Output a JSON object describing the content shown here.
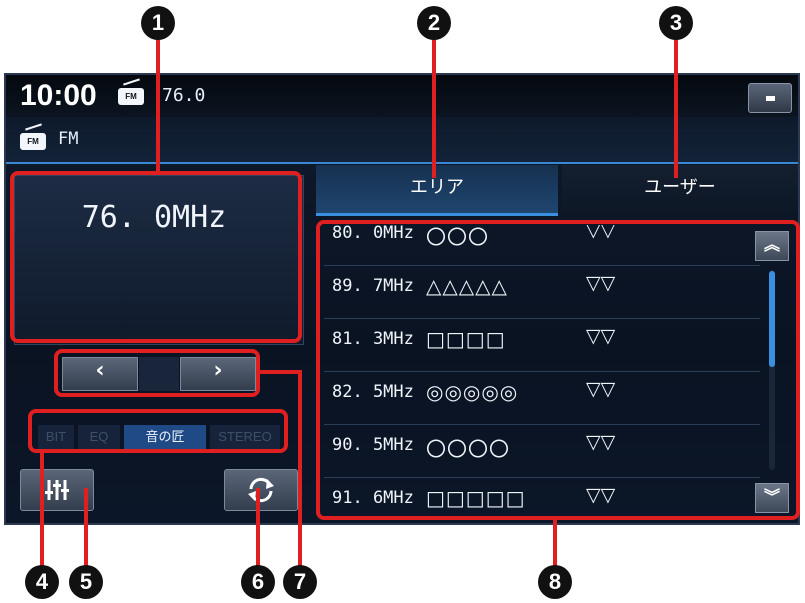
{
  "status": {
    "clock": "10:00",
    "freq": "76.0",
    "radio_icon": "FM"
  },
  "band": {
    "label": "FM",
    "icon": "FM"
  },
  "main": {
    "frequency": "76. 0MHz"
  },
  "tabs": [
    {
      "label": "エリア",
      "active": true
    },
    {
      "label": "ユーザー",
      "active": false
    }
  ],
  "sound_modes": [
    "BIT",
    "EQ",
    "音の匠",
    "STEREO"
  ],
  "active_sound_mode": "音の匠",
  "stations": [
    {
      "freq": "80. 0MHz",
      "name": "〇〇〇",
      "detail": "▽▽"
    },
    {
      "freq": "89. 7MHz",
      "name": "△△△△△",
      "detail": "▽▽"
    },
    {
      "freq": "81. 3MHz",
      "name": "□□□□",
      "detail": "▽▽"
    },
    {
      "freq": "82. 5MHz",
      "name": "◎◎◎◎◎",
      "detail": "▽▽"
    },
    {
      "freq": "90. 5MHz",
      "name": "〇〇〇〇",
      "detail": "▽▽"
    },
    {
      "freq": "91. 6MHz",
      "name": "□□□□□",
      "detail": "▽▽"
    }
  ],
  "callouts": [
    "1",
    "2",
    "3",
    "4",
    "5",
    "6",
    "7",
    "8"
  ],
  "colors": {
    "accent": "#3b8fe0",
    "callout_red": "#e02020",
    "active_tab": "#1f3f67"
  },
  "icons": {
    "prev": "chevron-left-icon",
    "next": "chevron-right-icon",
    "scroll_up": "double-chevron-up-icon",
    "scroll_down": "double-chevron-down-icon",
    "sound": "sliders-icon",
    "refresh": "refresh-icon",
    "menu": "menu-icon"
  }
}
